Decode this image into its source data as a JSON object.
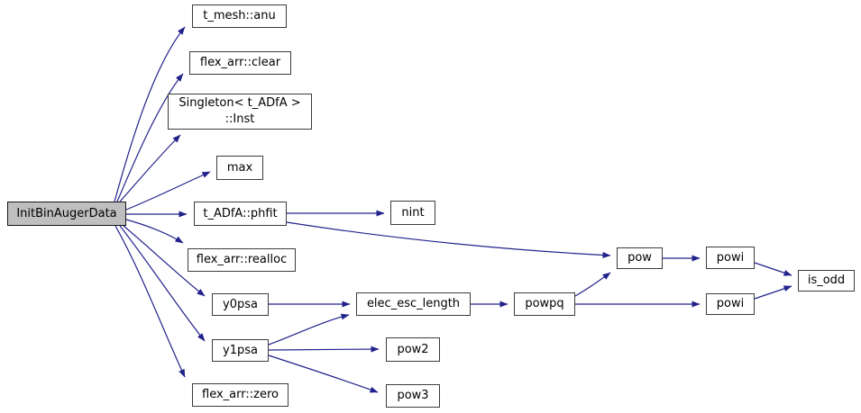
{
  "diagram": {
    "type": "call-graph",
    "root": "InitBinAugerData",
    "colors": {
      "background": "#ffffff",
      "edge": "#22228c",
      "node_border": "#3c3c3c",
      "node_fill": "#ffffff",
      "root_fill": "#bfbfbf",
      "text": "#000000"
    },
    "nodes": [
      {
        "id": "InitBinAugerData",
        "label": "InitBinAugerData",
        "highlighted": true
      },
      {
        "id": "t_mesh::anu",
        "label": "t_mesh::anu"
      },
      {
        "id": "flex_arr::clear",
        "label": "flex_arr::clear"
      },
      {
        "id": "Singleton<t_ADfA>::Inst",
        "label": "Singleton< t_ADfA >\n::Inst"
      },
      {
        "id": "max",
        "label": "max"
      },
      {
        "id": "t_ADfA::phfit",
        "label": "t_ADfA::phfit"
      },
      {
        "id": "nint",
        "label": "nint"
      },
      {
        "id": "flex_arr::realloc",
        "label": "flex_arr::realloc"
      },
      {
        "id": "pow",
        "label": "pow"
      },
      {
        "id": "powi_top",
        "label": "powi"
      },
      {
        "id": "is_odd",
        "label": "is_odd"
      },
      {
        "id": "y0psa",
        "label": "y0psa"
      },
      {
        "id": "elec_esc_length",
        "label": "elec_esc_length"
      },
      {
        "id": "powpq",
        "label": "powpq"
      },
      {
        "id": "powi_bottom",
        "label": "powi"
      },
      {
        "id": "y1psa",
        "label": "y1psa"
      },
      {
        "id": "pow2",
        "label": "pow2"
      },
      {
        "id": "pow3",
        "label": "pow3"
      },
      {
        "id": "flex_arr::zero",
        "label": "flex_arr::zero"
      }
    ],
    "edges": [
      {
        "from": "InitBinAugerData",
        "to": "t_mesh::anu"
      },
      {
        "from": "InitBinAugerData",
        "to": "flex_arr::clear"
      },
      {
        "from": "InitBinAugerData",
        "to": "Singleton<t_ADfA>::Inst"
      },
      {
        "from": "InitBinAugerData",
        "to": "max"
      },
      {
        "from": "InitBinAugerData",
        "to": "t_ADfA::phfit"
      },
      {
        "from": "InitBinAugerData",
        "to": "flex_arr::realloc"
      },
      {
        "from": "InitBinAugerData",
        "to": "y0psa"
      },
      {
        "from": "InitBinAugerData",
        "to": "y1psa"
      },
      {
        "from": "InitBinAugerData",
        "to": "flex_arr::zero"
      },
      {
        "from": "t_ADfA::phfit",
        "to": "nint"
      },
      {
        "from": "t_ADfA::phfit",
        "to": "pow"
      },
      {
        "from": "y0psa",
        "to": "elec_esc_length"
      },
      {
        "from": "y1psa",
        "to": "elec_esc_length"
      },
      {
        "from": "y1psa",
        "to": "pow2"
      },
      {
        "from": "y1psa",
        "to": "pow3"
      },
      {
        "from": "elec_esc_length",
        "to": "powpq"
      },
      {
        "from": "powpq",
        "to": "pow"
      },
      {
        "from": "powpq",
        "to": "powi_bottom"
      },
      {
        "from": "pow",
        "to": "powi_top"
      },
      {
        "from": "powi_top",
        "to": "is_odd"
      },
      {
        "from": "powi_bottom",
        "to": "is_odd"
      }
    ]
  }
}
